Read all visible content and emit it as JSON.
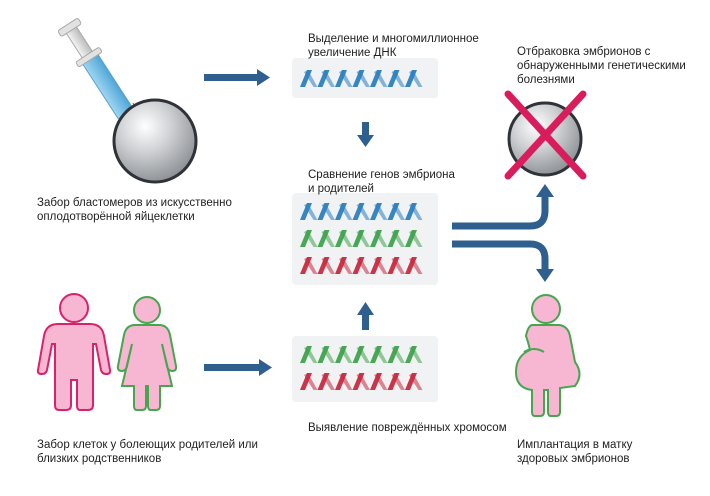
{
  "labels": {
    "blastomere": [
      "Забор бластомеров из искусственно",
      "оплодотворённой яйцеклетки"
    ],
    "dna": [
      "Выделение и многомиллионное",
      "увеличение ДНК"
    ],
    "rejection": [
      "Отбраковка эмбрионов с",
      "обнаруженными генетическими",
      "болезнями"
    ],
    "comparison": [
      "Сравнение генов эмбриона",
      "и родителей"
    ],
    "parents": [
      "Забор клеток у болеющих родителей или",
      "близких родственников"
    ],
    "damaged": [
      "Выявление повреждённых хромосом"
    ],
    "implant": [
      "Имплантация в матку",
      "здоровых эмбрионов"
    ]
  },
  "colors": {
    "arrow": "#2f5f8e",
    "dna_blue": "#2b7fbf",
    "dna_green": "#3fa34d",
    "dna_red": "#c8293f",
    "figure_fill": "#f7b7d2",
    "figure_outline_male": "#d8226e",
    "figure_outline_female": "#46a64e",
    "cross": "#d91c5c",
    "panel": "#f1f2f3"
  }
}
